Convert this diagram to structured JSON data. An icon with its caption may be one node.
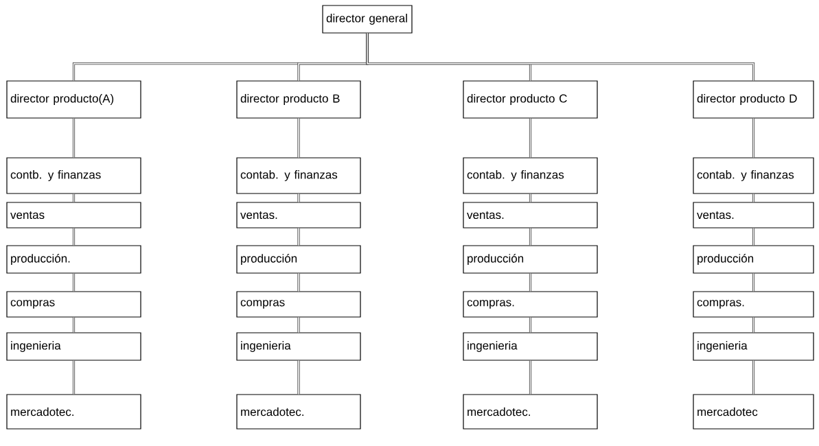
{
  "diagram": {
    "nodes": [
      {
        "text": [
          "director general"
        ]
      },
      {
        "text": [
          "director producto(A)"
        ]
      },
      {
        "text": [
          "contb. y finanzas"
        ]
      },
      {
        "text": [
          "ventas"
        ]
      },
      {
        "text": [
          "producción."
        ]
      },
      {
        "text": [
          "compras"
        ]
      },
      {
        "text": [
          "ingenieria"
        ]
      },
      {
        "text": [
          "mercadotec."
        ]
      },
      {
        "text": [
          "director producto B"
        ]
      },
      {
        "text": [
          "contab. y finanzas"
        ]
      },
      {
        "text": [
          "ventas."
        ]
      },
      {
        "text": [
          "producción"
        ]
      },
      {
        "text": [
          "compras"
        ]
      },
      {
        "text": [
          "ingenieria"
        ]
      },
      {
        "text": [
          "mercadotec."
        ]
      },
      {
        "text": [
          "director producto C"
        ]
      },
      {
        "text": [
          "contab. y finanzas"
        ]
      },
      {
        "text": [
          "ventas."
        ]
      },
      {
        "text": [
          "producción"
        ]
      },
      {
        "text": [
          "compras."
        ]
      },
      {
        "text": [
          "ingenieria"
        ]
      },
      {
        "text": [
          "mercadotec."
        ]
      },
      {
        "text": [
          "director producto D"
        ]
      },
      {
        "text": [
          "contab. y finanzas"
        ]
      },
      {
        "text": [
          "ventas."
        ]
      },
      {
        "text": [
          "producción"
        ]
      },
      {
        "text": [
          "compras."
        ]
      },
      {
        "text": [
          "ingenieria"
        ]
      },
      {
        "text": [
          "mercadotec"
        ]
      }
    ],
    "edges": [
      {
        "from": 0,
        "to": 1,
        "arrow": "none"
      },
      {
        "from": 0,
        "to": 8,
        "arrow": "none"
      },
      {
        "from": 0,
        "to": 15,
        "arrow": "none"
      },
      {
        "from": 0,
        "to": 22,
        "arrow": "none"
      },
      {
        "from": 1,
        "to": 2,
        "arrow": "none"
      },
      {
        "from": 2,
        "to": 3,
        "arrow": "none"
      },
      {
        "from": 3,
        "to": 4,
        "arrow": "none"
      },
      {
        "from": 4,
        "to": 5,
        "arrow": "none"
      },
      {
        "from": 5,
        "to": 6,
        "arrow": "none"
      },
      {
        "from": 6,
        "to": 7,
        "arrow": "none"
      },
      {
        "from": 8,
        "to": 9,
        "arrow": "none"
      },
      {
        "from": 9,
        "to": 10,
        "arrow": "none"
      },
      {
        "from": 10,
        "to": 11,
        "arrow": "none"
      },
      {
        "from": 11,
        "to": 12,
        "arrow": "none"
      },
      {
        "from": 12,
        "to": 13,
        "arrow": "none"
      },
      {
        "from": 13,
        "to": 14,
        "arrow": "none"
      },
      {
        "from": 15,
        "to": 16,
        "arrow": "none"
      },
      {
        "from": 16,
        "to": 17,
        "arrow": "none"
      },
      {
        "from": 17,
        "to": 18,
        "arrow": "none"
      },
      {
        "from": 18,
        "to": 19,
        "arrow": "none"
      },
      {
        "from": 19,
        "to": 20,
        "arrow": "none"
      },
      {
        "from": 20,
        "to": 21,
        "arrow": "none"
      },
      {
        "from": 22,
        "to": 23,
        "arrow": "none"
      },
      {
        "from": 23,
        "to": 24,
        "arrow": "none"
      },
      {
        "from": 24,
        "to": 25,
        "arrow": "none"
      },
      {
        "from": 25,
        "to": 26,
        "arrow": "none"
      },
      {
        "from": 26,
        "to": 27,
        "arrow": "none"
      },
      {
        "from": 27,
        "to": 28,
        "arrow": "none"
      }
    ]
  }
}
